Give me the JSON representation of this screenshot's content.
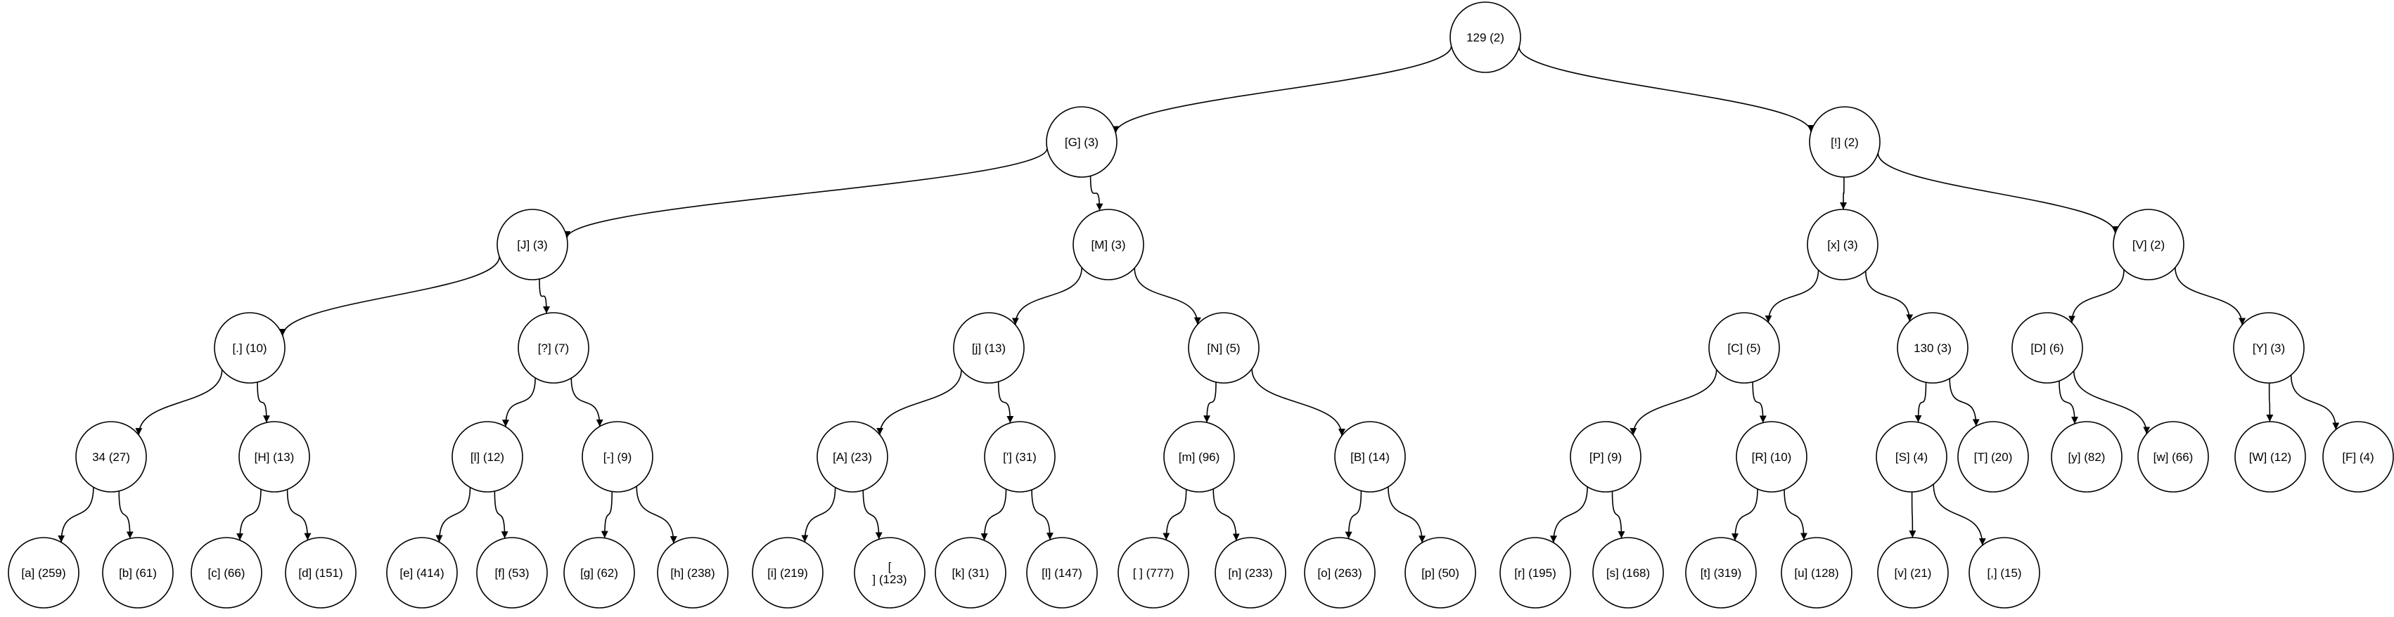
{
  "nodes": [
    {
      "id": "n0",
      "lines": [
        "129 (2)"
      ]
    },
    {
      "id": "n1",
      "lines": [
        "[G] (3)"
      ]
    },
    {
      "id": "n2",
      "lines": [
        "[!] (2)"
      ]
    },
    {
      "id": "n3",
      "lines": [
        "[J] (3)"
      ]
    },
    {
      "id": "n4",
      "lines": [
        "[M] (3)"
      ]
    },
    {
      "id": "n5",
      "lines": [
        "[x] (3)"
      ]
    },
    {
      "id": "n6",
      "lines": [
        "[V] (2)"
      ]
    },
    {
      "id": "n7",
      "lines": [
        "[.] (10)"
      ]
    },
    {
      "id": "n8",
      "lines": [
        "[?] (7)"
      ]
    },
    {
      "id": "n9",
      "lines": [
        "[j] (13)"
      ]
    },
    {
      "id": "n10",
      "lines": [
        "[N] (5)"
      ]
    },
    {
      "id": "n11",
      "lines": [
        "[C] (5)"
      ]
    },
    {
      "id": "n12",
      "lines": [
        "130 (3)"
      ]
    },
    {
      "id": "n13",
      "lines": [
        "[D] (6)"
      ]
    },
    {
      "id": "n14",
      "lines": [
        "[Y] (3)"
      ]
    },
    {
      "id": "n15",
      "lines": [
        "34 (27)"
      ]
    },
    {
      "id": "n16",
      "lines": [
        "[H] (13)"
      ]
    },
    {
      "id": "n17",
      "lines": [
        "[l] (12)"
      ]
    },
    {
      "id": "n18",
      "lines": [
        "[-] (9)"
      ]
    },
    {
      "id": "n19",
      "lines": [
        "[A] (23)"
      ]
    },
    {
      "id": "n20",
      "lines": [
        "['] (31)"
      ]
    },
    {
      "id": "n21",
      "lines": [
        "[m] (96)"
      ]
    },
    {
      "id": "n22",
      "lines": [
        "[B] (14)"
      ]
    },
    {
      "id": "n23",
      "lines": [
        "[P] (9)"
      ]
    },
    {
      "id": "n24",
      "lines": [
        "[R] (10)"
      ]
    },
    {
      "id": "n25",
      "lines": [
        "[S] (4)"
      ]
    },
    {
      "id": "n26",
      "lines": [
        "[T] (20)"
      ]
    },
    {
      "id": "n27",
      "lines": [
        "[y] (82)"
      ]
    },
    {
      "id": "n28",
      "lines": [
        "[w] (66)"
      ]
    },
    {
      "id": "n29",
      "lines": [
        "[W] (12)"
      ]
    },
    {
      "id": "n30",
      "lines": [
        "[F] (4)"
      ]
    },
    {
      "id": "n31",
      "lines": [
        "[a] (259)"
      ]
    },
    {
      "id": "n32",
      "lines": [
        "[b] (61)"
      ]
    },
    {
      "id": "n33",
      "lines": [
        "[c] (66)"
      ]
    },
    {
      "id": "n34",
      "lines": [
        "[d] (151)"
      ]
    },
    {
      "id": "n35",
      "lines": [
        "[e] (414)"
      ]
    },
    {
      "id": "n36",
      "lines": [
        "[f] (53)"
      ]
    },
    {
      "id": "n37",
      "lines": [
        "[g] (62)"
      ]
    },
    {
      "id": "n38",
      "lines": [
        "[h] (238)"
      ]
    },
    {
      "id": "n39",
      "lines": [
        "[i] (219)"
      ]
    },
    {
      "id": "n40",
      "lines": [
        "[",
        "] (123)"
      ]
    },
    {
      "id": "n41",
      "lines": [
        "[k] (31)"
      ]
    },
    {
      "id": "n42",
      "lines": [
        "[l] (147)"
      ]
    },
    {
      "id": "n43",
      "lines": [
        "[ ] (777)"
      ]
    },
    {
      "id": "n44",
      "lines": [
        "[n] (233)"
      ]
    },
    {
      "id": "n45",
      "lines": [
        "[o] (263)"
      ]
    },
    {
      "id": "n46",
      "lines": [
        "[p] (50)"
      ]
    },
    {
      "id": "n47",
      "lines": [
        "[r] (195)"
      ]
    },
    {
      "id": "n48",
      "lines": [
        "[s] (168)"
      ]
    },
    {
      "id": "n49",
      "lines": [
        "[t] (319)"
      ]
    },
    {
      "id": "n50",
      "lines": [
        "[u] (128)"
      ]
    },
    {
      "id": "n51",
      "lines": [
        "[v] (21)"
      ]
    },
    {
      "id": "n52",
      "lines": [
        "[,] (15)"
      ]
    }
  ],
  "edges": [
    [
      "n0",
      "n1"
    ],
    [
      "n0",
      "n2"
    ],
    [
      "n1",
      "n3"
    ],
    [
      "n1",
      "n4"
    ],
    [
      "n2",
      "n5"
    ],
    [
      "n2",
      "n6"
    ],
    [
      "n3",
      "n7"
    ],
    [
      "n3",
      "n8"
    ],
    [
      "n4",
      "n9"
    ],
    [
      "n4",
      "n10"
    ],
    [
      "n5",
      "n11"
    ],
    [
      "n5",
      "n12"
    ],
    [
      "n6",
      "n13"
    ],
    [
      "n6",
      "n14"
    ],
    [
      "n7",
      "n15"
    ],
    [
      "n7",
      "n16"
    ],
    [
      "n8",
      "n17"
    ],
    [
      "n8",
      "n18"
    ],
    [
      "n9",
      "n19"
    ],
    [
      "n9",
      "n20"
    ],
    [
      "n10",
      "n21"
    ],
    [
      "n10",
      "n22"
    ],
    [
      "n11",
      "n23"
    ],
    [
      "n11",
      "n24"
    ],
    [
      "n12",
      "n25"
    ],
    [
      "n12",
      "n26"
    ],
    [
      "n13",
      "n27"
    ],
    [
      "n13",
      "n28"
    ],
    [
      "n14",
      "n29"
    ],
    [
      "n14",
      "n30"
    ],
    [
      "n15",
      "n31"
    ],
    [
      "n15",
      "n32"
    ],
    [
      "n16",
      "n33"
    ],
    [
      "n16",
      "n34"
    ],
    [
      "n17",
      "n35"
    ],
    [
      "n17",
      "n36"
    ],
    [
      "n18",
      "n37"
    ],
    [
      "n18",
      "n38"
    ],
    [
      "n19",
      "n39"
    ],
    [
      "n19",
      "n40"
    ],
    [
      "n20",
      "n41"
    ],
    [
      "n20",
      "n42"
    ],
    [
      "n21",
      "n43"
    ],
    [
      "n21",
      "n44"
    ],
    [
      "n22",
      "n45"
    ],
    [
      "n22",
      "n46"
    ],
    [
      "n23",
      "n47"
    ],
    [
      "n23",
      "n48"
    ],
    [
      "n24",
      "n49"
    ],
    [
      "n24",
      "n50"
    ],
    [
      "n25",
      "n51"
    ],
    [
      "n25",
      "n52"
    ]
  ]
}
